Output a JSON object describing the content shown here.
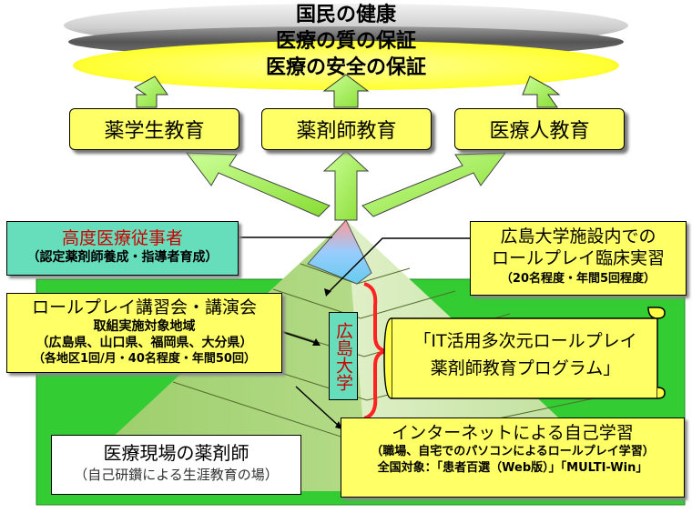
{
  "goals": {
    "line1": "国民の健康",
    "line2": "医療の質の保証",
    "line3": "医療の安全の保証"
  },
  "education_boxes": [
    "薬学生教育",
    "薬剤師教育",
    "医療人教育"
  ],
  "top_tier": {
    "title": "高度医療従事者",
    "subtitle": "（認定薬剤師養成・指導者育成）"
  },
  "roleplay_lecture": {
    "title": "ロールプレイ講習会・講演会",
    "line1": "取組実施対象地域",
    "line2": "（広島県、山口県、福岡県、大分県）",
    "line3": "（各地区1回/月・40名程度・年間50回）"
  },
  "clinical_training": {
    "line1": "広島大学施設内での",
    "line2": "ロールプレイ臨床実習",
    "line3": "（20名程度・年間5回程度）"
  },
  "university_label": "広島大学",
  "program_scroll": {
    "line1": "「IT活用多次元ロールプレイ",
    "line2": "薬剤師教育プログラム」"
  },
  "internet_learning": {
    "title": "インターネットによる自己学習",
    "line1": "（職場、自宅でのパソコンによるロールプレイ学習）",
    "line2": "全国対象：「患者百選（Web版）」「MULTI-Win」"
  },
  "base": {
    "title": "医療現場の薬剤師",
    "subtitle": "（自己研鑽による生涯教育の場）"
  },
  "colors": {
    "green": "#33cc33",
    "yellow": "#ffff66",
    "teal": "#66ddbb",
    "red": "#ff2222"
  }
}
